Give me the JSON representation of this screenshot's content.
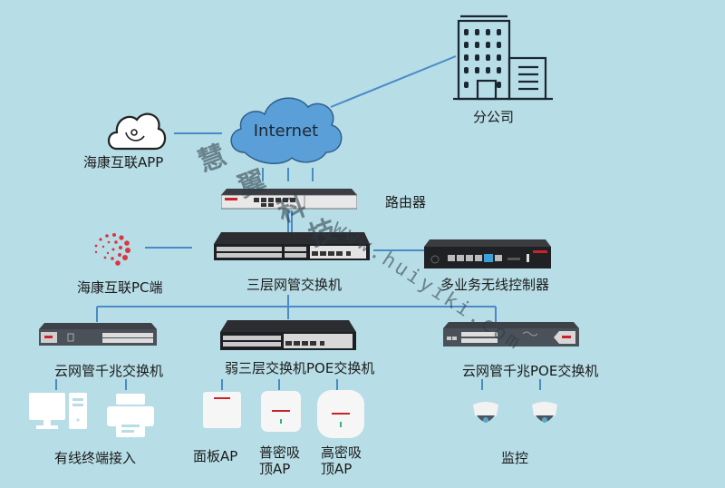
{
  "diagram": {
    "title": "Network topology",
    "background_color": "#b7dde6",
    "line_color": "#4a8ac8",
    "nodes": {
      "internet": {
        "label": "Internet",
        "fill": "#5b9fd9"
      },
      "branch_office": {
        "label": "分公司"
      },
      "app": {
        "label": "海康互联APP"
      },
      "router": {
        "label": "路由器"
      },
      "pc_client": {
        "label": "海康互联PC端"
      },
      "core_switch": {
        "label": "三层网管交换机"
      },
      "wireless_controller": {
        "label": "多业务无线控制器"
      },
      "cloud_gigabit_switch": {
        "label": "云网管千兆交换机"
      },
      "poe_switch": {
        "label": "弱三层交换机POE交换机"
      },
      "cloud_poe_switch": {
        "label": "云网管千兆POE交换机"
      },
      "wired_terminals": {
        "label": "有线终端接入"
      },
      "panel_ap": {
        "label": "面板AP"
      },
      "normal_ceiling_ap": {
        "label_line1": "普密吸",
        "label_line2": "顶AP"
      },
      "high_ceiling_ap": {
        "label_line1": "高密吸",
        "label_line2": "顶AP"
      },
      "surveillance": {
        "label": "监控"
      }
    },
    "watermark": {
      "chars": [
        "慧",
        "翼",
        "科",
        "技"
      ],
      "url": "www.huiyiki.com"
    }
  }
}
